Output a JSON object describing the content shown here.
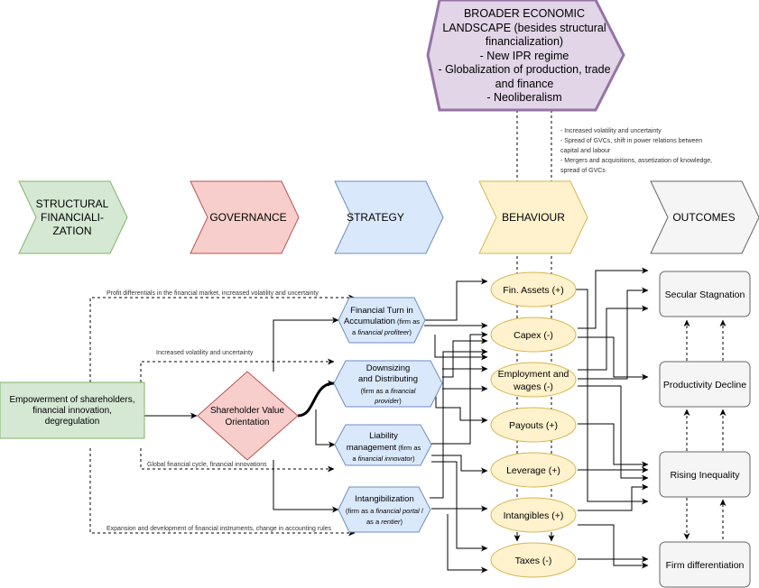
{
  "broad": {
    "lines": [
      "BROADER ECONOMIC",
      "LANDSCAPE (besides structural",
      "financialization)",
      "- New IPR regime",
      "- Globalization of production, trade",
      "and finance",
      "- Neoliberalism"
    ]
  },
  "broad_effects": [
    "- Increased volatility and uncertainty",
    "- Spread of GVCs, shift in power relations between",
    "capital and labour",
    "- Mergers and acquisitions, assetization of knowledge,",
    "spread of GVCs"
  ],
  "headers": {
    "structural": [
      "STRUCTURAL",
      "FINANCIALI-",
      "ZATION"
    ],
    "governance": "GOVERNANCE",
    "strategy": "STRATEGY",
    "behaviour": "BEHAVIOUR",
    "outcomes": "OUTCOMES"
  },
  "colors": {
    "green_fill": "#d5e8d4",
    "green_stroke": "#82b366",
    "red_fill": "#f8cecc",
    "red_stroke": "#b85450",
    "blue_fill": "#dae8fc",
    "blue_stroke": "#6c8ebf",
    "yellow_fill": "#fff2cc",
    "yellow_stroke": "#d6b656",
    "grey_fill": "#f5f5f5",
    "grey_stroke": "#666666",
    "purple_fill": "#e1d5e7",
    "purple_stroke": "#9673a6"
  },
  "source": [
    "Empowerment of shareholders,",
    "financial innovation,",
    "degregulation"
  ],
  "governance_node": [
    "Shareholder Value",
    "Orientation"
  ],
  "strategies": {
    "s1": {
      "l1": "Financial Turn in",
      "l2a": "Accumulation",
      "l2b": " (firm as",
      "l3": "a ",
      "l3i": "financial profiteer",
      "l3e": ")"
    },
    "s2": {
      "l1": "Downsizing",
      "l2": "and Distributing",
      "l3a": "(firm as a ",
      "l3i": "financial",
      "l4": "provider",
      "l4e": ")"
    },
    "s3": {
      "l1": "Liability",
      "l2a": "management",
      "l2b": " (firm as",
      "l3": "a ",
      "l3i": "financial innovator",
      "l3e": ")"
    },
    "s4": {
      "l1": "Intangibilization",
      "l2a": "(firm as a ",
      "l2i": "financial portal",
      "l2e": " /",
      "l3": "as a ",
      "l3i": "rentier",
      "l3e": ")"
    }
  },
  "behaviours": [
    "Fin. Assets (+)",
    "Capex (-)",
    "Employment and",
    "wages (-)",
    "Payouts (+)",
    "Leverage (+)",
    "Intangibles (+)",
    "Taxes (-)"
  ],
  "outcomes": [
    "Secular Stagnation",
    "Productivity Decline",
    "Rising Inequality",
    "Firm differentiation"
  ],
  "annotations": {
    "a1": "Profit differentials in the financial market, increased volatility and uncertainty",
    "a2": "Increased volatility and uncertainty",
    "a3": "Global financial cycle, financial innovations",
    "a4": "Expansion and development of financial instruments, change in accounting rules"
  }
}
